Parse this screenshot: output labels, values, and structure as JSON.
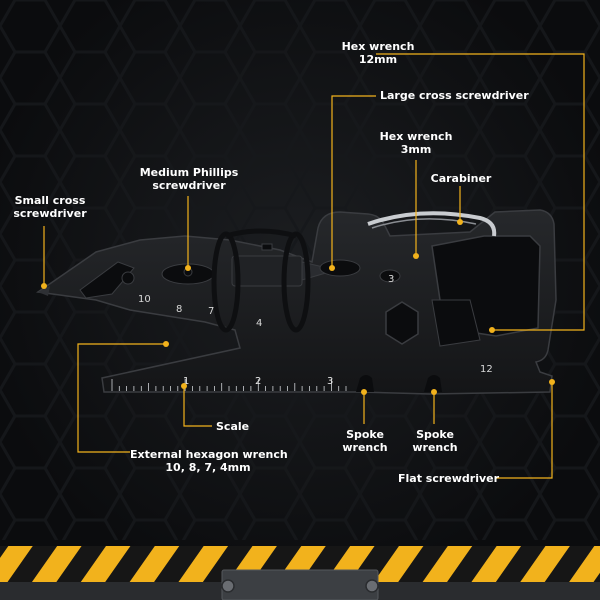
{
  "labels": {
    "hex12": [
      "Hex wrench",
      "12mm"
    ],
    "large_cross": [
      "Large cross screwdriver"
    ],
    "hex3": [
      "Hex wrench",
      "3mm"
    ],
    "carabiner": [
      "Carabiner"
    ],
    "medium_phillips": [
      "Medium Phillips",
      "screwdriver"
    ],
    "small_cross": [
      "Small cross",
      "screwdriver"
    ],
    "scale": [
      "Scale"
    ],
    "spoke1": [
      "Spoke",
      "wrench"
    ],
    "spoke2": [
      "Spoke",
      "wrench"
    ],
    "external_hex": [
      "External hexagon wrench",
      "10, 8, 7, 4mm"
    ],
    "flat": [
      "Flat screwdriver"
    ]
  },
  "tool_marks": {
    "hex_sizes": [
      "10",
      "8",
      "7",
      "4"
    ],
    "ruler_numbers": [
      "1",
      "2",
      "3"
    ],
    "hex3_mark": "3",
    "hex12_mark": "12"
  },
  "colors": {
    "accent": "#f2b21c",
    "tool": "#1a1b1d",
    "tool_edge": "#3a3c40",
    "background": "#0b0c0e",
    "stripe_dark": "#161616"
  }
}
